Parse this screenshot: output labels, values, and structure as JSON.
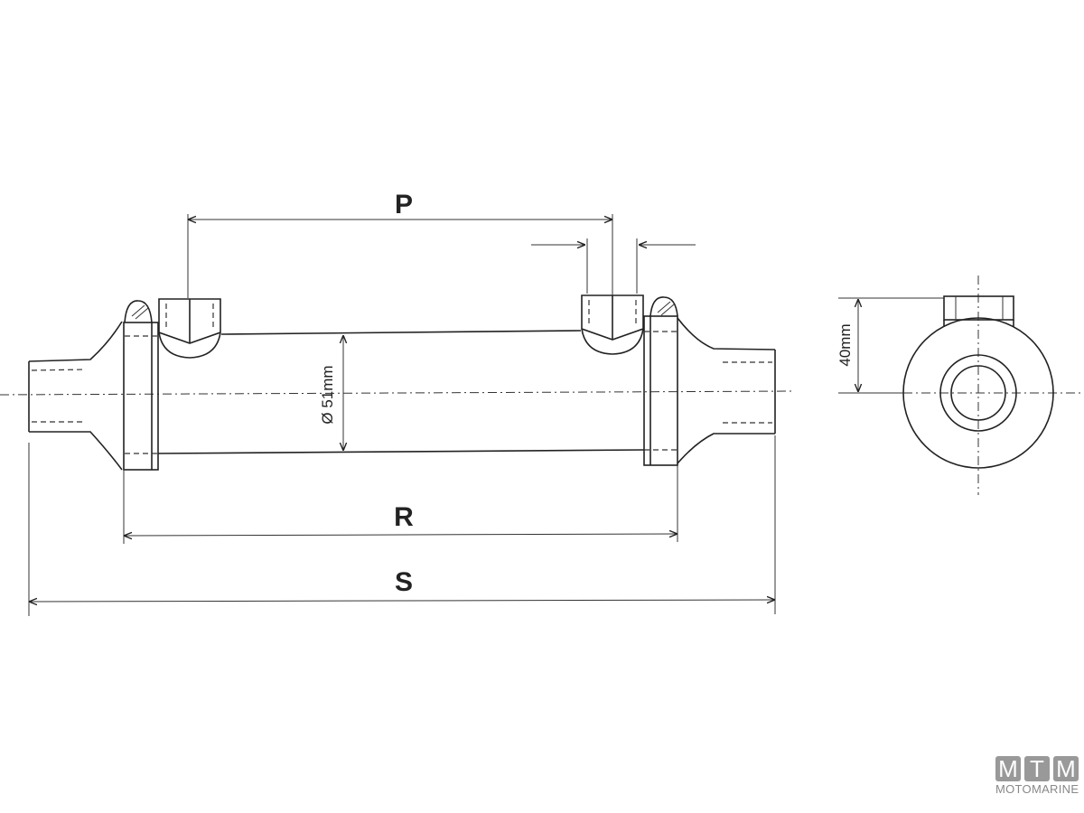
{
  "drawing": {
    "dimension_labels": {
      "p": "P",
      "r": "R",
      "s": "S"
    },
    "diameter_label": "Ø 51mm",
    "height_label": "40mm"
  },
  "logo": {
    "letters": [
      "M",
      "T",
      "M"
    ],
    "brand": "MOTOMARINE"
  },
  "colors": {
    "line": "#222222",
    "logo": "#999999"
  }
}
